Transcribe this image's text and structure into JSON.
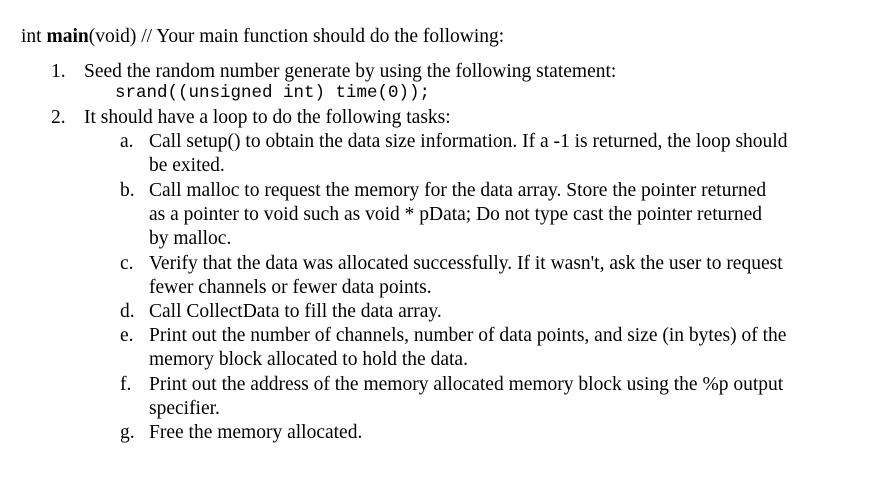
{
  "header": {
    "prefix": "int ",
    "func_name": "main",
    "suffix": "(void)  // Your main function should do the following:"
  },
  "steps": [
    {
      "number": "1.",
      "text": "Seed the random number generate by using the following statement:",
      "code": "srand((unsigned int) time(0));"
    },
    {
      "number": "2.",
      "text": "It should have a loop to do the following tasks:"
    }
  ],
  "tasks": [
    {
      "letter": "a.",
      "lines": [
        "Call setup() to obtain the data size information.  If a -1 is returned, the loop should",
        "be exited."
      ]
    },
    {
      "letter": "b.",
      "lines": [
        "Call malloc to request the memory for the data array.  Store the pointer returned",
        "as a pointer to void such as void * pData;   Do not type cast the pointer returned",
        "by malloc."
      ]
    },
    {
      "letter": "c.",
      "lines": [
        "Verify that the data was allocated successfully.  If it wasn't, ask the user to request",
        "fewer channels or fewer data points."
      ]
    },
    {
      "letter": "d.",
      "lines": [
        "Call CollectData to fill the data array."
      ]
    },
    {
      "letter": "e.",
      "lines": [
        "Print out the number of channels, number of data points, and size (in bytes) of the",
        "memory block allocated to hold the data."
      ]
    },
    {
      "letter": "f.",
      "lines": [
        "Print out the address of the memory allocated memory block using the %p output",
        "specifier."
      ]
    },
    {
      "letter": "g.",
      "lines": [
        "Free the memory allocated."
      ]
    }
  ]
}
